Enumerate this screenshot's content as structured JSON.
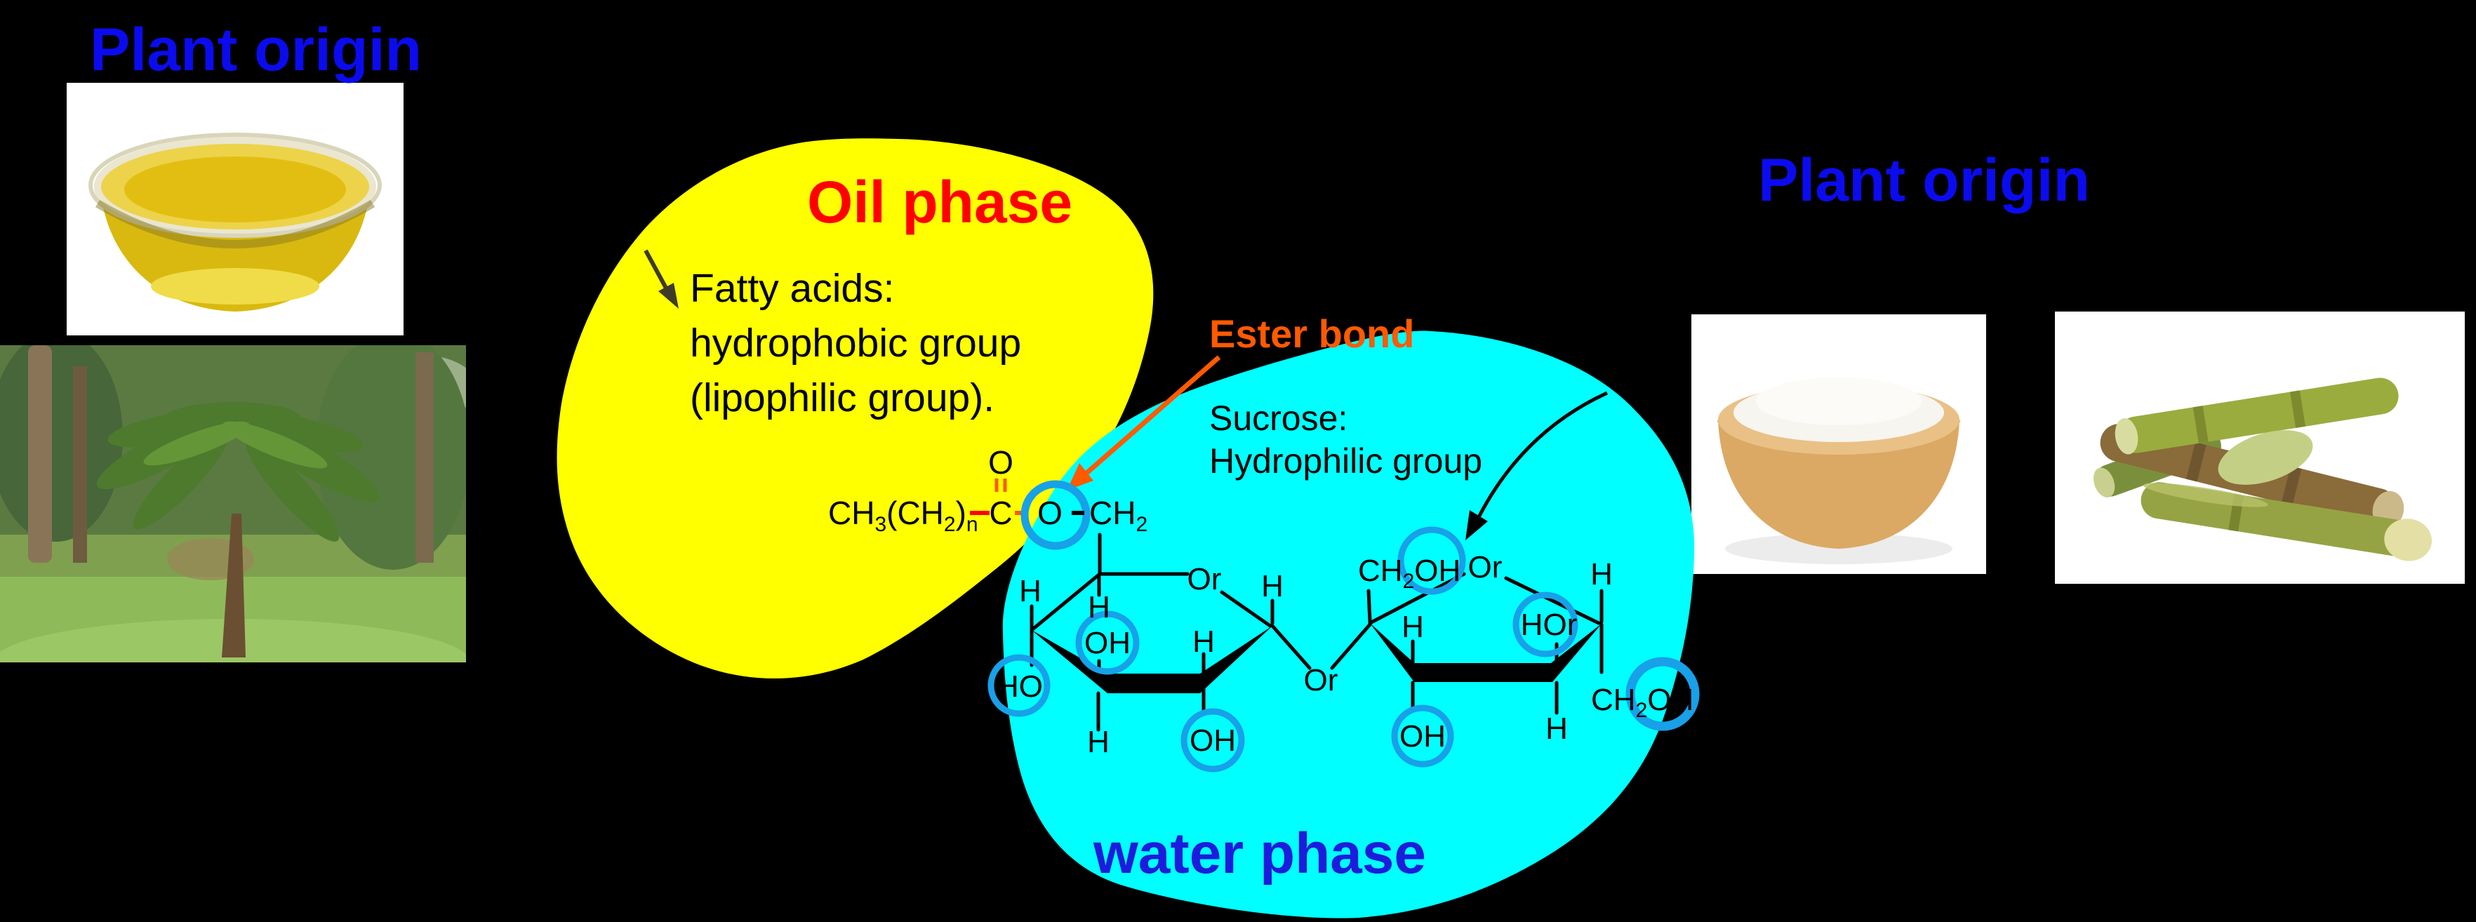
{
  "titles": {
    "plant_origin_left": "Plant origin",
    "plant_origin_right": "Plant origin",
    "oil_phase": "Oil phase",
    "water_phase": "water phase",
    "ester_bond": "Ester bond"
  },
  "oil_phase_note": {
    "text": "Fatty acids:\nhydrophobic group\n(lipophilic group)."
  },
  "sucrose_note": {
    "text": "Sucrose:\nHydrophilic group"
  },
  "formula": {
    "chain_c": "CH",
    "chain_sub3": "3",
    "chain_paren": "(CH",
    "chain_sub2": "2",
    "chain_close": ")",
    "chain_subn": "n",
    "carbonyl_c": "C",
    "carbonyl_o": "O",
    "ester_o": "O",
    "tail_c": "CH",
    "tail_sub2": "2"
  },
  "molecule": {
    "h": "H",
    "oh": "OH",
    "ho": "HO",
    "ring_o": "Or",
    "glycosidic_o": "Or",
    "hor": "HOr",
    "ch": "CH",
    "sub2": "2"
  },
  "images": {
    "oil_bowl": "bowl of vegetable oil",
    "palm": "palm tree garden",
    "sugar_bowl": "wooden bowl of sugar",
    "sugarcane": "cut sugarcane stalks"
  },
  "colors": {
    "background": "#000000",
    "yellow": "#FFFF00",
    "cyan": "#00FFFF",
    "red": "#FF0000",
    "orange": "#FF5A00",
    "blue": "#0B0BEF",
    "water_blue": "#1C1CDC",
    "circle_blue": "#18A0E8",
    "ink": "#000000"
  }
}
